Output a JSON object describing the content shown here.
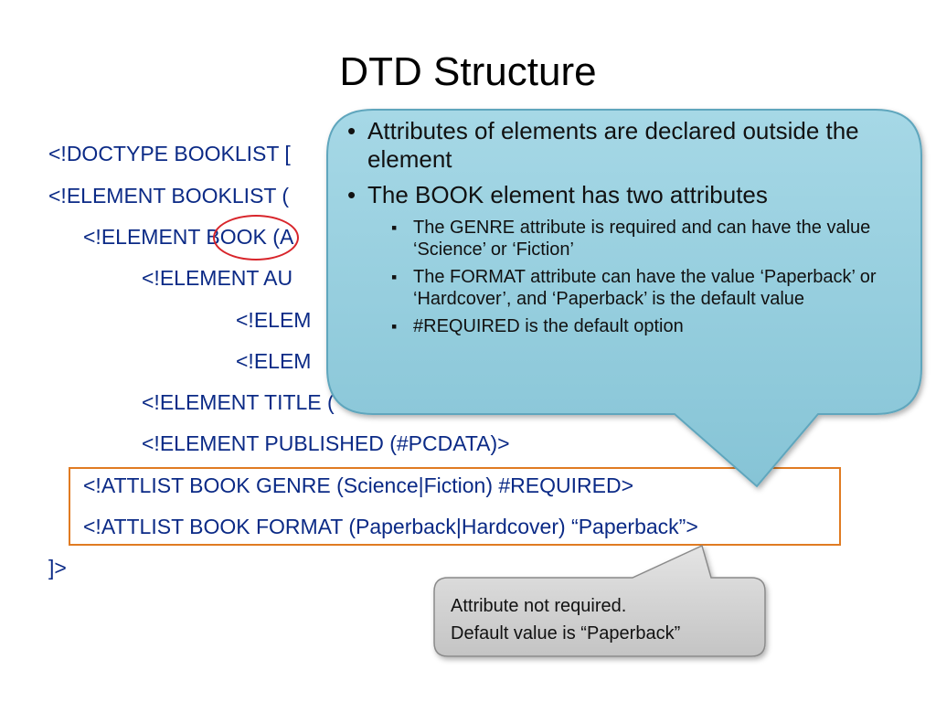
{
  "slide": {
    "title": "DTD Structure"
  },
  "code": {
    "lines": [
      "<!DOCTYPE BOOKLIST [",
      "<!ELEMENT BOOKLIST (",
      "<!ELEMENT BOOK (A",
      "<!ELEMENT AU",
      "<!ELEM",
      "<!ELEM",
      "<!ELEMENT TITLE (",
      "<!ELEMENT PUBLISHED (#PCDATA)>",
      "<!ATTLIST BOOK GENRE (Science|Fiction) #REQUIRED>",
      "<!ATTLIST BOOK FORMAT (Paperback|Hardcover) “Paperback”>",
      "]>"
    ]
  },
  "callout": {
    "bullets": [
      "Attributes of elements are declared outside the element",
      "The BOOK element has two attributes"
    ],
    "subbullets": [
      "The GENRE attribute is required and can have the value ‘Science’ or ‘Fiction’",
      "The FORMAT attribute can have the value ‘Paperback’ or ‘Hardcover’, and ‘Paperback’ is the default value",
      "#REQUIRED is the default option"
    ]
  },
  "note": {
    "line1": "Attribute not required.",
    "line2": "Default value is “Paperback”"
  },
  "colors": {
    "code_text": "#0b2a86",
    "callout_fill": "#8ecbdc",
    "callout_stroke": "#5fa6bd",
    "highlight_border": "#e07b22",
    "circle_mark": "#d8252b",
    "note_fill": "#d2d2d2"
  }
}
